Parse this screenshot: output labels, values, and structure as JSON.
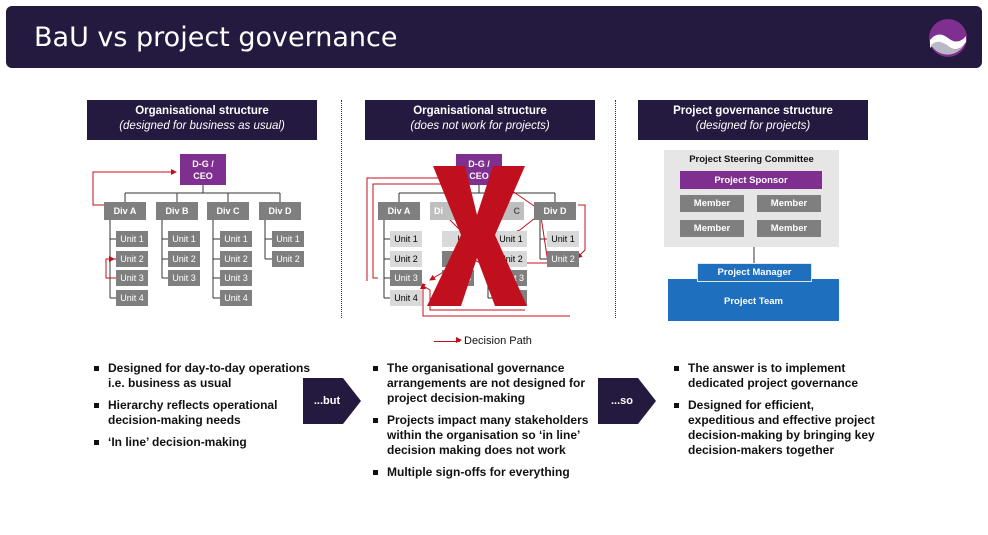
{
  "header": {
    "title": "BaU vs project governance"
  },
  "panels": {
    "left": {
      "title": "Organisational structure",
      "subtitle": "(designed for business as usual)"
    },
    "middle": {
      "title": "Organisational structure",
      "subtitle": "(does not work for projects)"
    },
    "right": {
      "title": "Project governance structure",
      "subtitle": "(designed for projects)"
    }
  },
  "org": {
    "top": "D-G / CEO",
    "divisions": [
      "Div A",
      "Div B",
      "Div C",
      "Div D"
    ],
    "units": {
      "a": [
        "Unit 1",
        "Unit 2",
        "Unit 3",
        "Unit 4"
      ],
      "b": [
        "Unit 1",
        "Unit 2",
        "Unit 3"
      ],
      "c": [
        "Unit 1",
        "Unit 2",
        "Unit 3",
        "Unit 4"
      ],
      "d": [
        "Unit 1",
        "Unit 2"
      ]
    }
  },
  "middle_org": {
    "divisions": [
      "Div A",
      "Di",
      "C",
      "Div D"
    ],
    "units": {
      "a": [
        "Unit 1",
        "Unit 2",
        "Unit 3",
        "Unit 4"
      ],
      "b": [
        "Uni",
        "",
        "3"
      ],
      "c": [
        "Unit 1",
        "Unit 2",
        "t 3",
        "Unit 4"
      ],
      "d": [
        "Unit 1",
        "Unit 2"
      ]
    }
  },
  "governance": {
    "committee": "Project Steering Committee",
    "sponsor": "Project Sponsor",
    "members": [
      "Member",
      "Member",
      "Member",
      "Member"
    ],
    "manager": "Project Manager",
    "team": "Project Team"
  },
  "legend": {
    "label": "Decision Path"
  },
  "colors": {
    "header": "#24193f",
    "purple": "#7f2f8f",
    "grey": "#7f7f7f",
    "blue": "#1f6fbf",
    "red": "#c0101e"
  },
  "bullets": {
    "left": [
      "Designed for day-to-day operations i.e. business as usual",
      "Hierarchy reflects operational decision-making needs",
      "‘In line’ decision-making"
    ],
    "middle": [
      "The organisational governance arrangements are not designed for project decision-making",
      "Projects impact many stakeholders within the organisation so ‘in line’ decision making does not work",
      "Multiple sign-offs for everything"
    ],
    "right": [
      "The answer is to implement dedicated project governance",
      "Designed for efficient, expeditious and effective project decision-making by bringing key decision-makers together"
    ]
  },
  "connectors": {
    "but": "...but",
    "so": "...so"
  }
}
